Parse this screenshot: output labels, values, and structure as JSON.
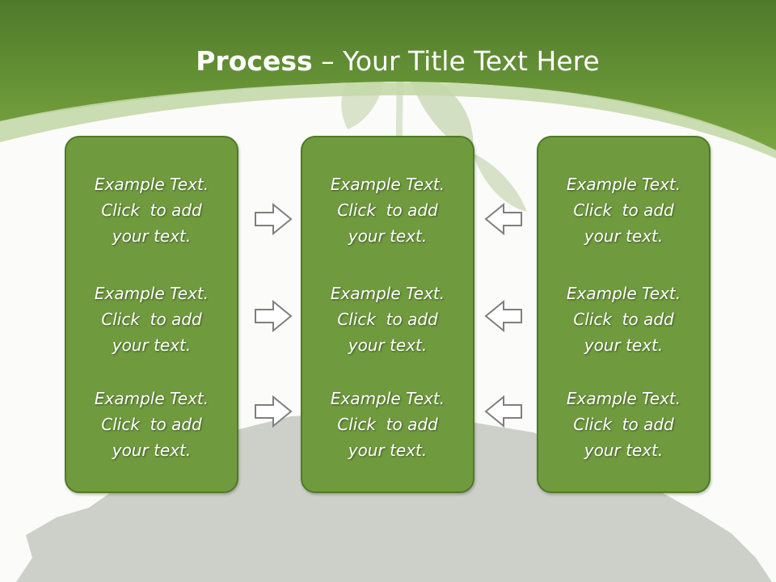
{
  "title": {
    "bold": "Process",
    "rest": " – Your Title Text Here"
  },
  "colors": {
    "header_green": "#6a9a3a",
    "box_fill": "#6f9a3e",
    "box_border": "#4f7a26",
    "arrow_stroke": "#7f7f7f"
  },
  "columns": [
    {
      "items": [
        {
          "line1": "Example Text.",
          "line2": "Click  to add",
          "line3": "your text."
        },
        {
          "line1": "Example Text.",
          "line2": "Click  to add",
          "line3": "your text."
        },
        {
          "line1": "Example Text.",
          "line2": "Click  to add",
          "line3": "your text."
        }
      ]
    },
    {
      "items": [
        {
          "line1": "Example Text.",
          "line2": "Click  to add",
          "line3": "your text."
        },
        {
          "line1": "Example Text.",
          "line2": "Click  to add",
          "line3": "your text."
        },
        {
          "line1": "Example Text.",
          "line2": "Click  to add",
          "line3": "your text."
        }
      ]
    },
    {
      "items": [
        {
          "line1": "Example Text.",
          "line2": "Click  to add",
          "line3": "your text."
        },
        {
          "line1": "Example Text.",
          "line2": "Click  to add",
          "line3": "your text."
        },
        {
          "line1": "Example Text.",
          "line2": "Click  to add",
          "line3": "your text."
        }
      ]
    }
  ],
  "arrows": [
    {
      "icon": "arrow-right-icon",
      "direction": "right"
    },
    {
      "icon": "arrow-right-icon",
      "direction": "right"
    },
    {
      "icon": "arrow-right-icon",
      "direction": "right"
    },
    {
      "icon": "arrow-left-icon",
      "direction": "left"
    },
    {
      "icon": "arrow-left-icon",
      "direction": "left"
    },
    {
      "icon": "arrow-left-icon",
      "direction": "left"
    }
  ]
}
